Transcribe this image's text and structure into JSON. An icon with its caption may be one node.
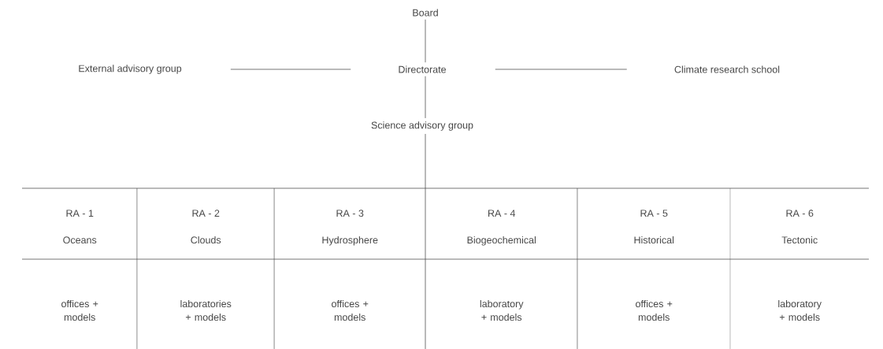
{
  "diagram": {
    "nodes": [
      {
        "text": [
          "Board"
        ]
      },
      {
        "text": [
          "External advisory group"
        ]
      },
      {
        "text": [
          "Directorate"
        ]
      },
      {
        "text": [
          "Climate research school"
        ]
      },
      {
        "text": [
          "Science advisory group"
        ]
      },
      {
        "text": [],
        "shape": "box"
      },
      {
        "text": [
          "RA - 1",
          "Oceans",
          "offices + models"
        ],
        "in": 5
      },
      {
        "text": [
          "RA - 2",
          "Clouds",
          "laboratories + models"
        ],
        "in": 5
      },
      {
        "text": [
          "RA - 3",
          "Hydrosphere",
          "offices + models"
        ],
        "in": 5
      },
      {
        "text": [
          "RA - 4",
          "Biogeochemical",
          "laboratory + models"
        ],
        "in": 5
      },
      {
        "text": [
          "RA - 5",
          "Historical",
          "offices + models"
        ],
        "in": 5
      },
      {
        "text": [
          "RA - 6",
          "Tectonic",
          "laboratory + models"
        ],
        "in": 5
      }
    ],
    "edges": [
      {
        "from": 0,
        "to": 2,
        "arrow": "none"
      },
      {
        "from": 1,
        "to": 2,
        "arrow": "none"
      },
      {
        "from": 2,
        "to": 3,
        "arrow": "none"
      },
      {
        "from": 2,
        "to": 4,
        "arrow": "none"
      },
      {
        "from": 4,
        "to": 5,
        "arrow": "none"
      }
    ]
  }
}
